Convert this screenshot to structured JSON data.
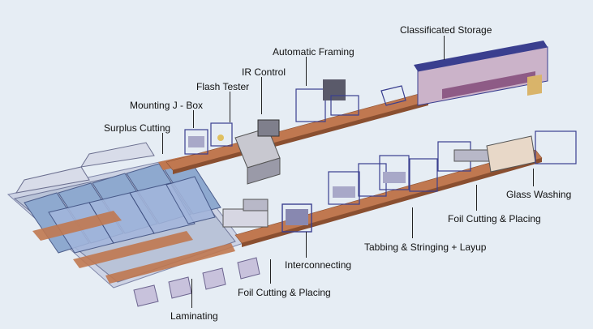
{
  "labels": {
    "classificated_storage": "Classificated Storage",
    "automatic_framing": "Automatic Framing",
    "ir_control": "IR Control",
    "flash_tester": "Flash Tester",
    "mounting_jbox": "Mounting J - Box",
    "surplus_cutting": "Surplus Cutting",
    "glass_washing": "Glass Washing",
    "foil_cutting_placing_right": "Foil Cutting & Placing",
    "tabbing_stringing_layup": "Tabbing & Stringing + Layup",
    "interconnecting": "Interconnecting",
    "foil_cutting_placing_bottom": "Foil Cutting & Placing",
    "laminating": "Laminating"
  },
  "colors": {
    "background": "#e6edf4",
    "conveyor": "#c07850",
    "machine_frame": "#3a3f8f",
    "machine_body": "#a8a8c8",
    "laminator_panel": "#b9c3d8",
    "laminator_glass": "#8ea9cf"
  }
}
